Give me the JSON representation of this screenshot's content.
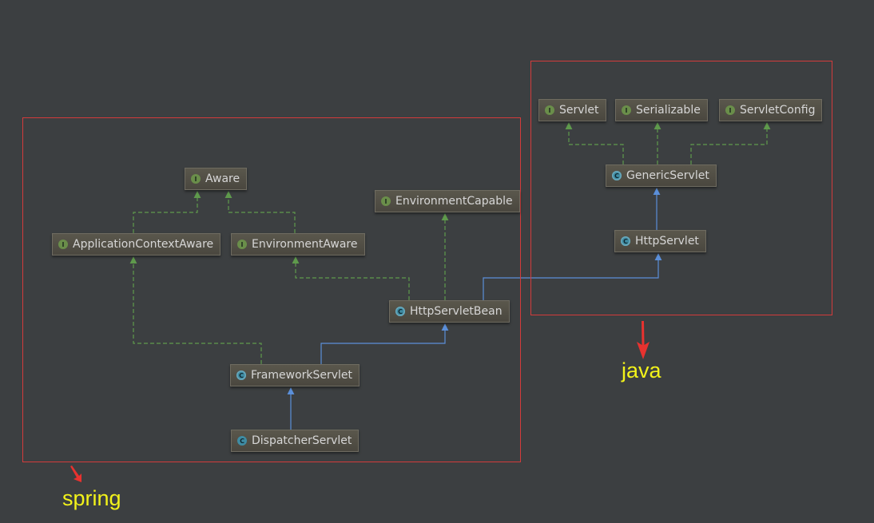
{
  "nodes": {
    "aware": {
      "label": "Aware",
      "kind": "interface",
      "glyph": "I"
    },
    "application_context_aware": {
      "label": "ApplicationContextAware",
      "kind": "interface",
      "glyph": "I"
    },
    "environment_aware": {
      "label": "EnvironmentAware",
      "kind": "interface",
      "glyph": "I"
    },
    "environment_capable": {
      "label": "EnvironmentCapable",
      "kind": "interface",
      "glyph": "I"
    },
    "http_servlet_bean": {
      "label": "HttpServletBean",
      "kind": "abstract",
      "glyph": "C"
    },
    "framework_servlet": {
      "label": "FrameworkServlet",
      "kind": "abstract",
      "glyph": "C"
    },
    "dispatcher_servlet": {
      "label": "DispatcherServlet",
      "kind": "class",
      "glyph": "C"
    },
    "servlet": {
      "label": "Servlet",
      "kind": "interface",
      "glyph": "I"
    },
    "serializable": {
      "label": "Serializable",
      "kind": "interface",
      "glyph": "I"
    },
    "servlet_config": {
      "label": "ServletConfig",
      "kind": "interface",
      "glyph": "I"
    },
    "generic_servlet": {
      "label": "GenericServlet",
      "kind": "abstract",
      "glyph": "C"
    },
    "http_servlet": {
      "label": "HttpServlet",
      "kind": "abstract",
      "glyph": "C"
    }
  },
  "relations": [
    {
      "from": "application_context_aware",
      "to": "aware",
      "type": "extends-interface"
    },
    {
      "from": "environment_aware",
      "to": "aware",
      "type": "extends-interface"
    },
    {
      "from": "http_servlet_bean",
      "to": "environment_aware",
      "type": "implements"
    },
    {
      "from": "http_servlet_bean",
      "to": "environment_capable",
      "type": "implements"
    },
    {
      "from": "http_servlet_bean",
      "to": "http_servlet",
      "type": "extends"
    },
    {
      "from": "framework_servlet",
      "to": "application_context_aware",
      "type": "implements"
    },
    {
      "from": "framework_servlet",
      "to": "http_servlet_bean",
      "type": "extends"
    },
    {
      "from": "dispatcher_servlet",
      "to": "framework_servlet",
      "type": "extends"
    },
    {
      "from": "generic_servlet",
      "to": "servlet",
      "type": "implements"
    },
    {
      "from": "generic_servlet",
      "to": "serializable",
      "type": "implements"
    },
    {
      "from": "generic_servlet",
      "to": "servlet_config",
      "type": "implements"
    },
    {
      "from": "http_servlet",
      "to": "generic_servlet",
      "type": "extends"
    }
  ],
  "groups": {
    "spring": {
      "label": "spring"
    },
    "java": {
      "label": "java"
    }
  },
  "colors": {
    "background": "#3c3f41",
    "extends_line": "#5b8fd9",
    "implements_line": "#5f9a4c",
    "frame": "#d33b3b",
    "caption": "#f2f21a"
  }
}
